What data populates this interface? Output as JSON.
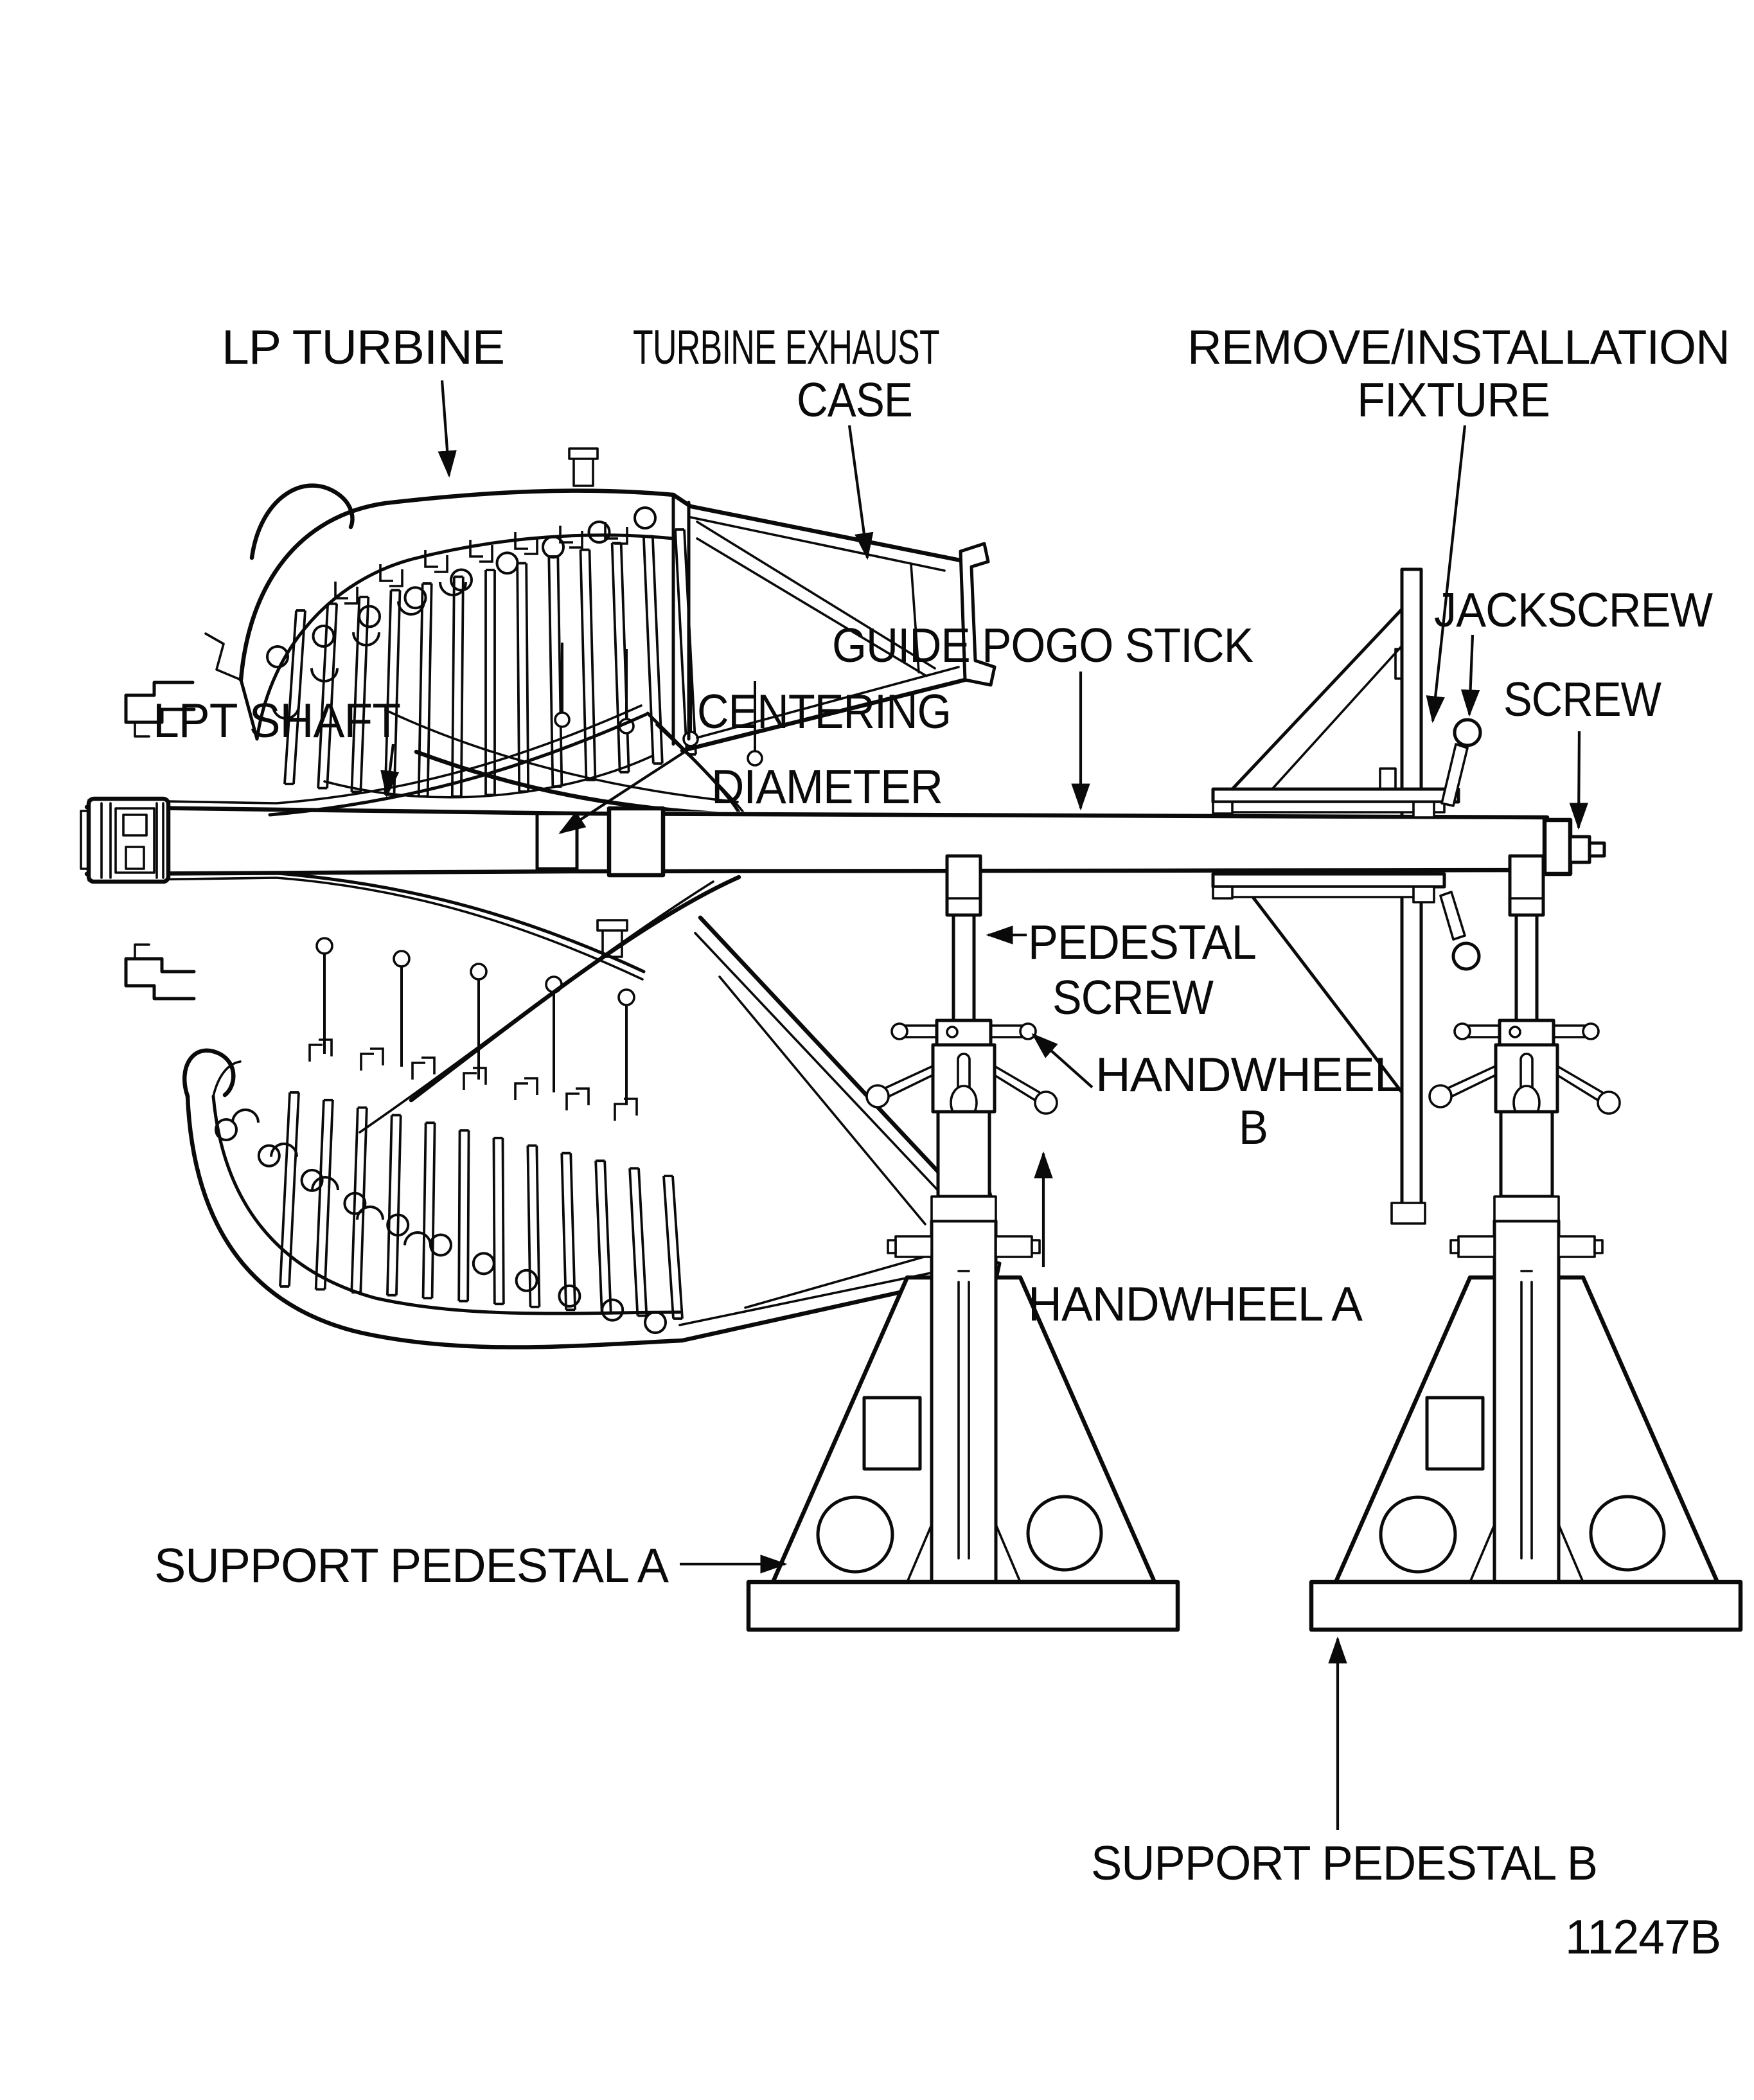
{
  "figure": {
    "type": "technical-line-drawing",
    "subject": "LP turbine removal/installation with guide pogo stick, fixture and support pedestals",
    "id_number": "11247B",
    "background_color": "#ffffff",
    "line_color": "#0a0a0a"
  },
  "labels": {
    "lp_turbine": "LP TURBINE",
    "turbine_exhaust_line1": "TURBINE EXHAUST",
    "turbine_exhaust_line2": "CASE",
    "remove_installation_line1": "REMOVE/INSTALLATION",
    "remove_installation_line2": "FIXTURE",
    "jackscrew": "JACKSCREW",
    "screw": "SCREW",
    "guide_pogo_stick": "GUIDE POGO STICK",
    "centering_line1": "CENTERING",
    "centering_line2": "DIAMETER",
    "lpt_shaft": "LPT SHAFT",
    "pedestal_screw_line1": "PEDESTAL",
    "pedestal_screw_line2": "SCREW",
    "handwheel_b_line1": "HANDWHEEL",
    "handwheel_b_line2": "B",
    "handwheel_a": "HANDWHEEL A",
    "support_pedestal_a": "SUPPORT PEDESTAL A",
    "support_pedestal_b": "SUPPORT PEDESTAL B"
  }
}
